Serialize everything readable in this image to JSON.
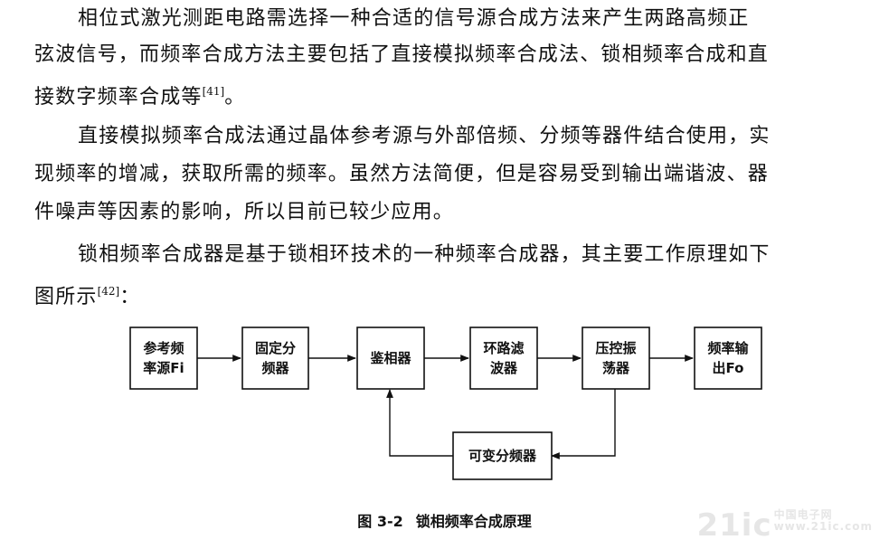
{
  "paragraphs": {
    "p1": {
      "line1": "相位式激光测距电路需选择一种合适的信号源合成方法来产生两路高频正",
      "line2": "弦波信号，而频率合成方法主要包括了直接模拟频率合成法、锁相频率合成和直",
      "line3": "接数字频率合成等",
      "line3_ref": "[41]",
      "line3_end": "。"
    },
    "p2": {
      "line1": "直接模拟频率合成法通过晶体参考源与外部倍频、分频等器件结合使用，实",
      "line2": "现频率的增减，获取所需的频率。虽然方法简便，但是容易受到输出端谐波、器",
      "line3": "件噪声等因素的影响，所以目前已较少应用。"
    },
    "p3": {
      "line1": "锁相频率合成器是基于锁相环技术的一种频率合成器，其主要工作原理如下",
      "line2": "图所示",
      "line2_ref": "[42]",
      "line2_end": "："
    }
  },
  "diagram": {
    "blocks": {
      "ref_source": [
        "参考频",
        "率源Fi"
      ],
      "fixed_divider": [
        "固定分",
        "频器"
      ],
      "phase_detector": [
        "鉴相器"
      ],
      "loop_filter": [
        "环路滤",
        "波器"
      ],
      "vco": [
        "压控振",
        "荡器"
      ],
      "output": [
        "频率输",
        "出Fo"
      ],
      "variable_divider": [
        "可变分频器"
      ]
    }
  },
  "caption": {
    "number": "图 3-2",
    "title": "锁相频率合成原理"
  },
  "watermark": {
    "main": "21ic",
    "sub_line1": "中国电子网",
    "sub_line2": "www.21ic.com"
  }
}
